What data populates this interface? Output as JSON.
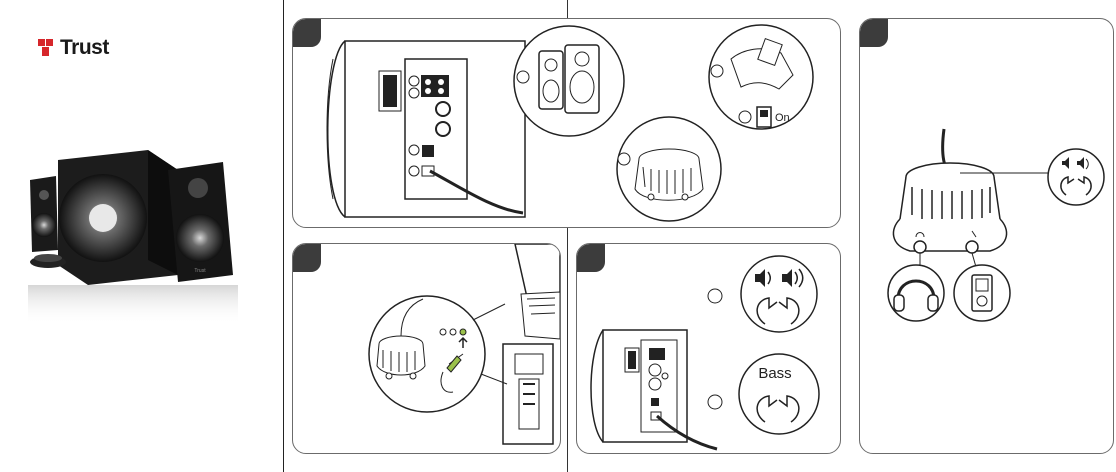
{
  "brand": {
    "name": "Trust",
    "accent": "#d6262b"
  },
  "steps": [
    {
      "id": 1,
      "content": "rear-panel-connection-and-power-on"
    },
    {
      "id": 2,
      "content": "connect-to-computer"
    },
    {
      "id": 3,
      "content": "volume-and-bass-adjustment"
    },
    {
      "id": 4,
      "content": "control-pod-headphone-and-aux"
    }
  ],
  "labels": {
    "power_on": "On",
    "bass": "Bass"
  },
  "colors": {
    "box_border": "#6b6b6b",
    "step_badge": "#3c3c3c",
    "line": "#222222"
  }
}
